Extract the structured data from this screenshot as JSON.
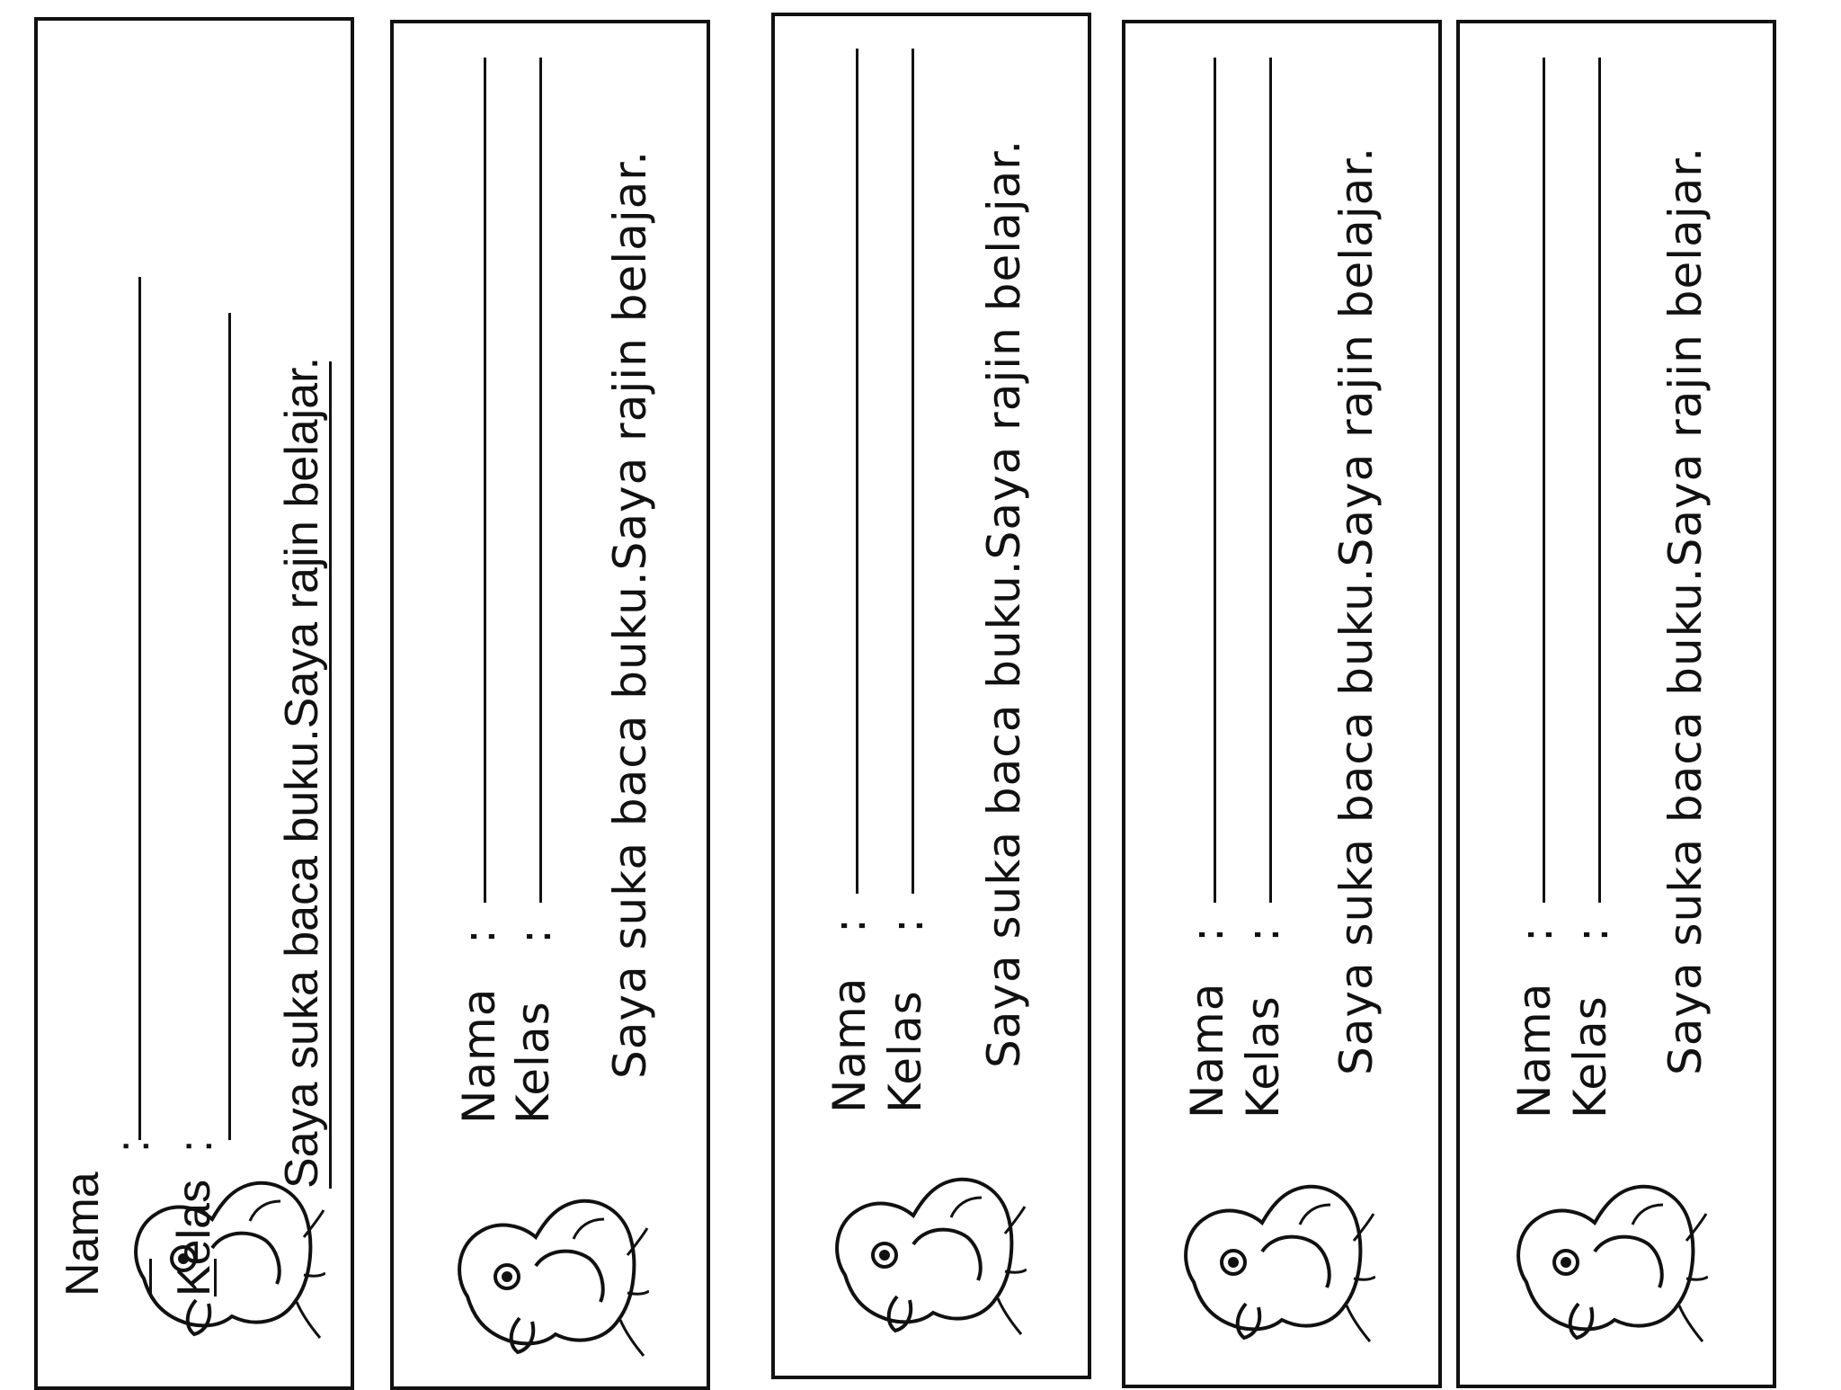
{
  "bookmarks": [
    {
      "name_label": "Nama",
      "colon": ":",
      "class_label": "Kelas",
      "motto": "Saya suka baca buku.Saya rajin belajar."
    },
    {
      "name_label": "Nama",
      "colon": ":",
      "class_label": "Kelas",
      "motto": "Saya suka baca buku.Saya rajin belajar."
    },
    {
      "name_label": "Nama",
      "colon": ":",
      "class_label": "Kelas",
      "motto": "Saya suka baca buku.Saya rajin belajar."
    },
    {
      "name_label": "Nama",
      "colon": ":",
      "class_label": "Kelas",
      "motto": "Saya suka baca buku.Saya rajin belajar."
    },
    {
      "name_label": "Nama",
      "colon": ":",
      "class_label": "Kelas",
      "motto": "Saya suka baca buku.Saya rajin belajar."
    }
  ],
  "icons": {
    "illustration": "duckling-icon"
  }
}
